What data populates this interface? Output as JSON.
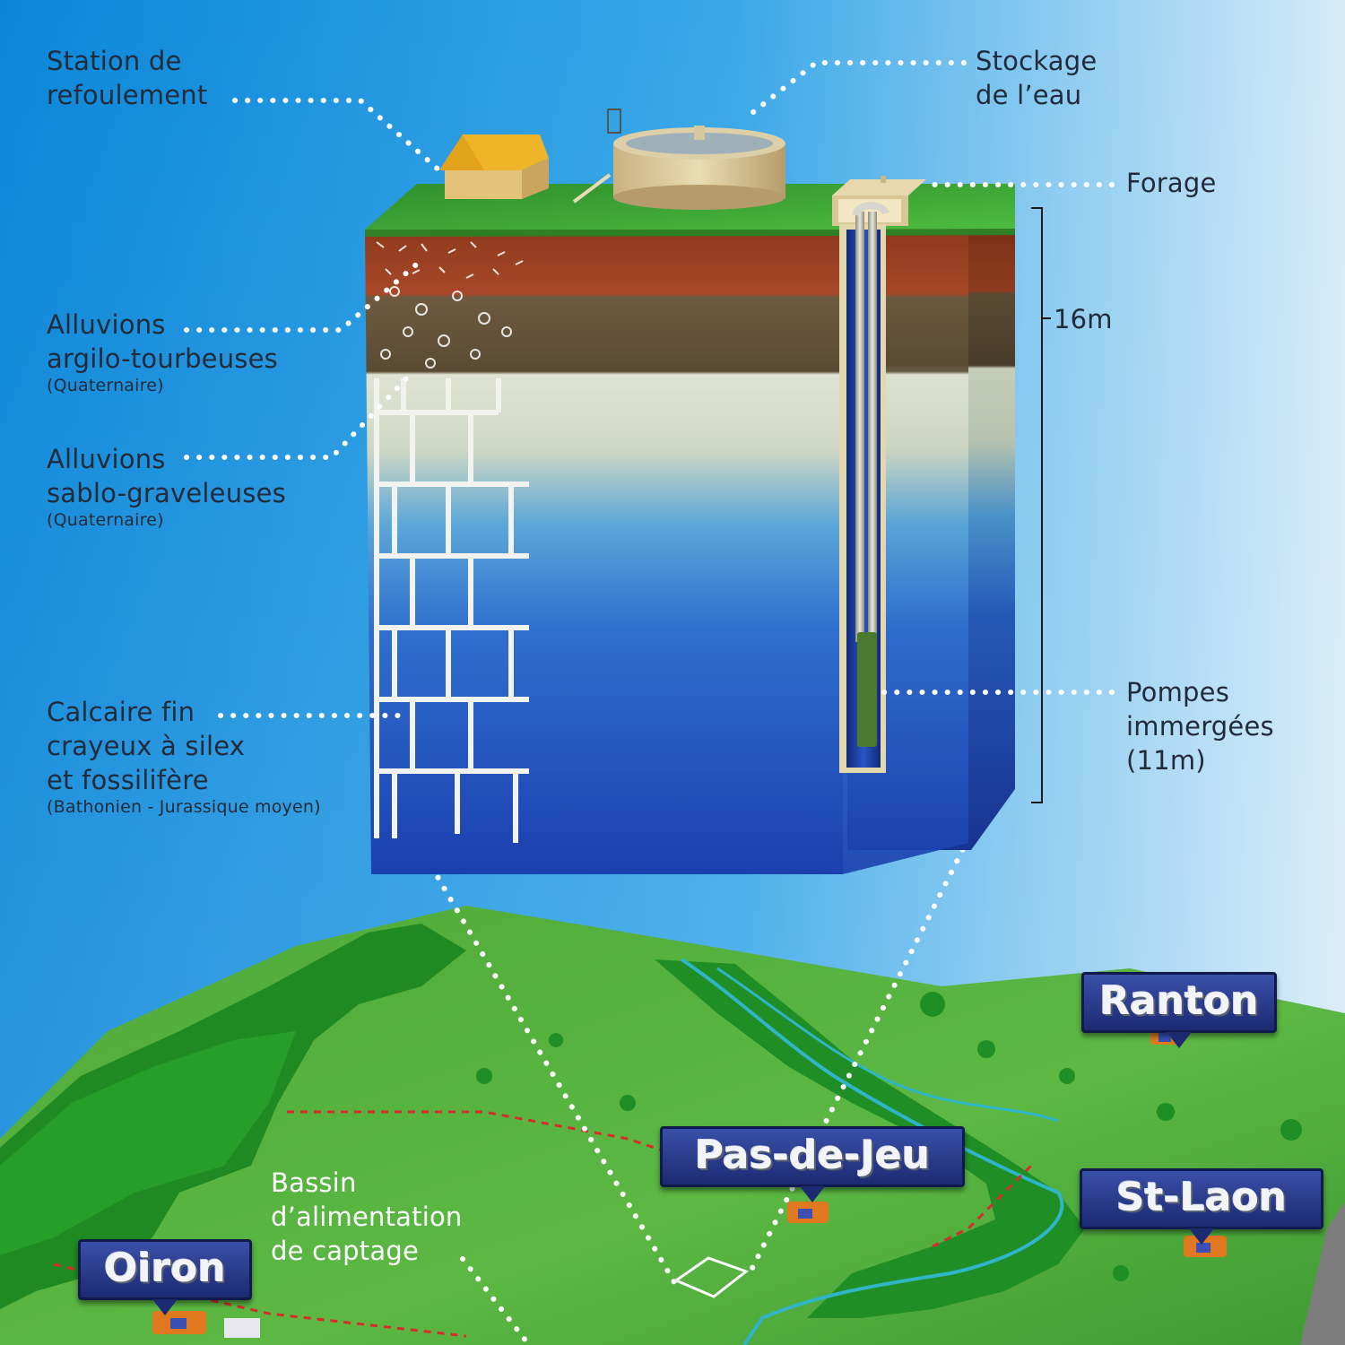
{
  "labels": {
    "station": {
      "line1": "Station de",
      "line2": "refoulement"
    },
    "stockage": {
      "line1": "Stockage",
      "line2": "de l’eau"
    },
    "forage": {
      "line1": "Forage"
    },
    "depth": "16m",
    "argilo": {
      "line1": "Alluvions",
      "line2": "argilo-tourbeuses",
      "sub": "(Quaternaire)"
    },
    "sablo": {
      "line1": "Alluvions",
      "line2": "sablo-graveleuses",
      "sub": "(Quaternaire)"
    },
    "calcaire": {
      "line1": "Calcaire fin",
      "line2": "crayeux à silex",
      "line3": "et fossilifère",
      "sub": "(Bathonien - Jurassique moyen)"
    },
    "pompes": {
      "line1": "Pompes",
      "line2": "immergées",
      "line3": "(11m)"
    },
    "bassin": {
      "line1": "Bassin",
      "line2": "d’alimentation",
      "line3": "de captage"
    }
  },
  "towns": {
    "ranton": "Ranton",
    "pasdejeu": "Pas-de-Jeu",
    "stlaon": "St-Laon",
    "oiron": "Oiron"
  },
  "colors": {
    "sky_left": "#0a86d9",
    "sky_right": "#cfe8f7",
    "grass": "#39a536",
    "aquifer_blue": "#1e49b8",
    "tag_blue": "#2a3a8e"
  }
}
